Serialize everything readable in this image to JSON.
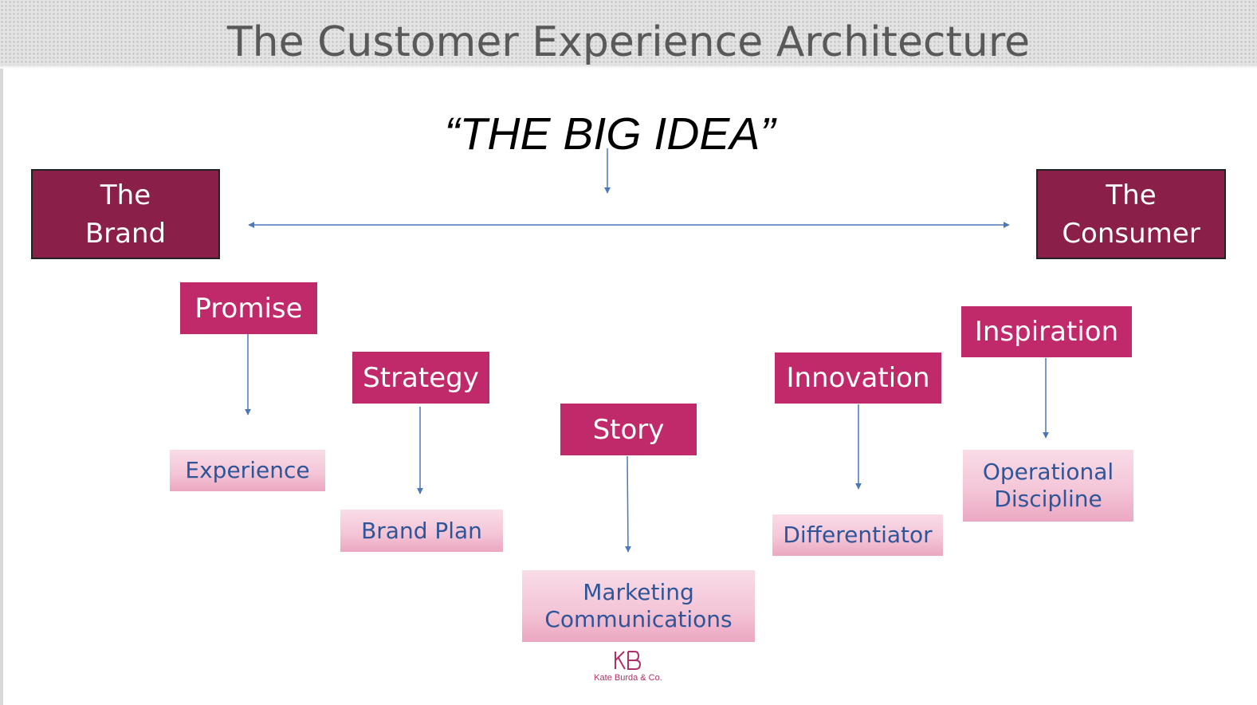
{
  "title": "The Customer Experience Architecture",
  "big_idea": "“THE BIG IDEA”",
  "brand_box": {
    "line1": "The",
    "line2": "Brand"
  },
  "consumer_box": {
    "line1": "The",
    "line2": "Consumer"
  },
  "stages": [
    {
      "label": "Promise",
      "outcome": [
        "Experience"
      ]
    },
    {
      "label": "Strategy",
      "outcome": [
        "Brand Plan"
      ]
    },
    {
      "label": "Story",
      "outcome": [
        "Marketing",
        "Communications"
      ]
    },
    {
      "label": "Innovation",
      "outcome": [
        "Differentiator"
      ]
    },
    {
      "label": "Inspiration",
      "outcome": [
        "Operational",
        "Discipline"
      ]
    }
  ],
  "logo": {
    "monogram": "KB",
    "caption": "Kate Burda & Co."
  },
  "colors": {
    "dark_box": "#8a1f4a",
    "stage_box": "#c02a6a",
    "outcome_text": "#2e5597",
    "arrow": "#4a78b8"
  }
}
